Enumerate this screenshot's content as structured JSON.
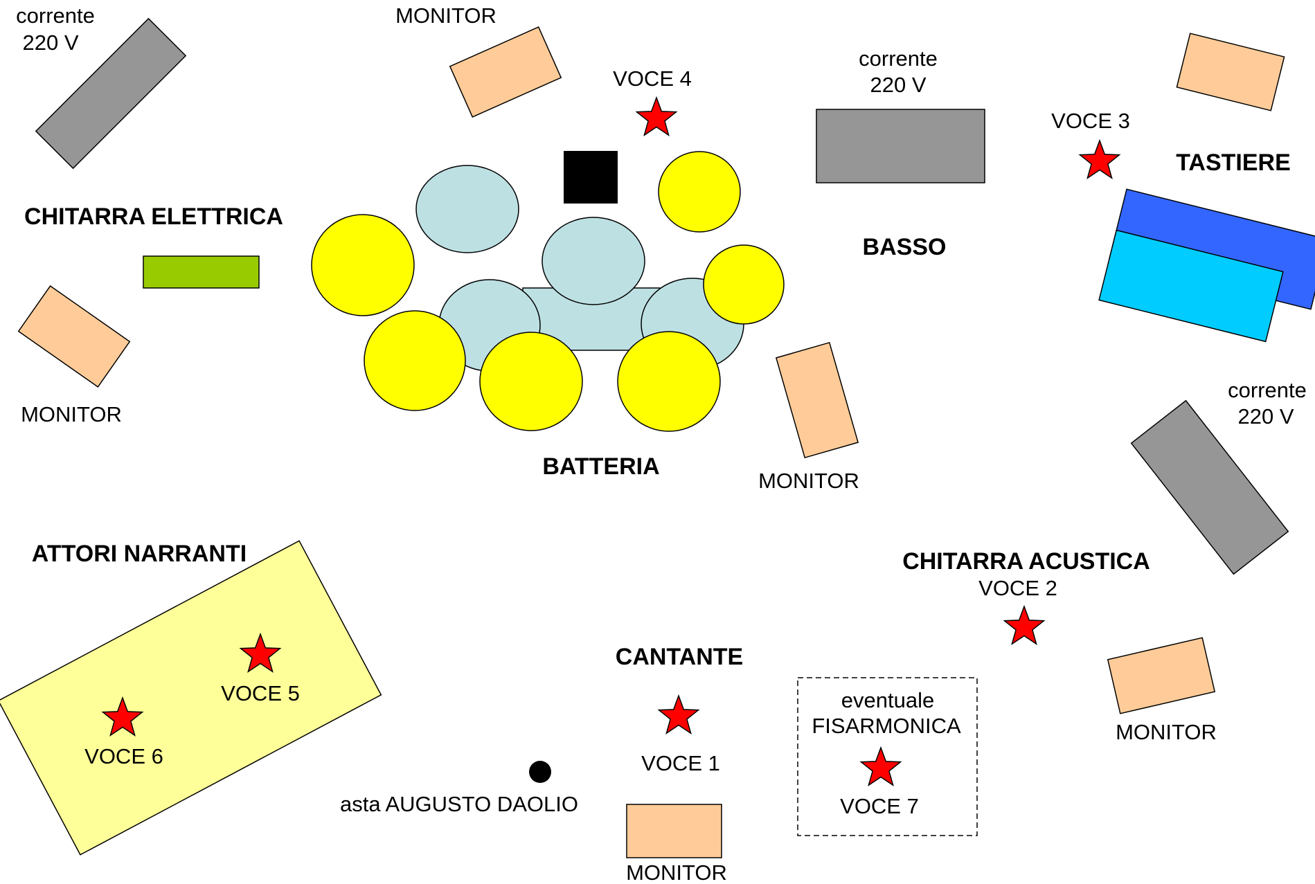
{
  "colors": {
    "power": "#969696",
    "monitor": "#ffcc99",
    "guitar_amp": "#99cc00",
    "drum_shell": "#bde0e3",
    "cymbal": "#ffff00",
    "keyboard_back": "#3366ff",
    "keyboard_front": "#00ccff",
    "actors_area": "#ffff99",
    "mic_star": "#ff0000",
    "outline": "#000000"
  },
  "labels": {
    "power_top_left": [
      "corrente",
      "220 V"
    ],
    "power_bass": [
      "corrente",
      "220 V"
    ],
    "power_right": [
      "corrente",
      "220 V"
    ],
    "monitor_top": "MONITOR",
    "monitor_left": "MONITOR",
    "monitor_drums": "MONITOR",
    "monitor_right": "MONITOR",
    "monitor_bottom": "MONITOR",
    "voce1": "VOCE 1",
    "voce2": "VOCE 2",
    "voce3": "VOCE 3",
    "voce4": "VOCE 4",
    "voce5": "VOCE 5",
    "voce6": "VOCE 6",
    "voce7": "VOCE 7",
    "chitarra_elettrica": "CHITARRA ELETTRICA",
    "basso": "BASSO",
    "tastiere": "TASTIERE",
    "batteria": "BATTERIA",
    "attori_narranti": "ATTORI NARRANTI",
    "chitarra_acustica": "CHITARRA ACUSTICA",
    "cantante": "CANTANTE",
    "fisarmonica": [
      "eventuale",
      "FISARMONICA"
    ],
    "asta": "asta AUGUSTO DAOLIO"
  }
}
